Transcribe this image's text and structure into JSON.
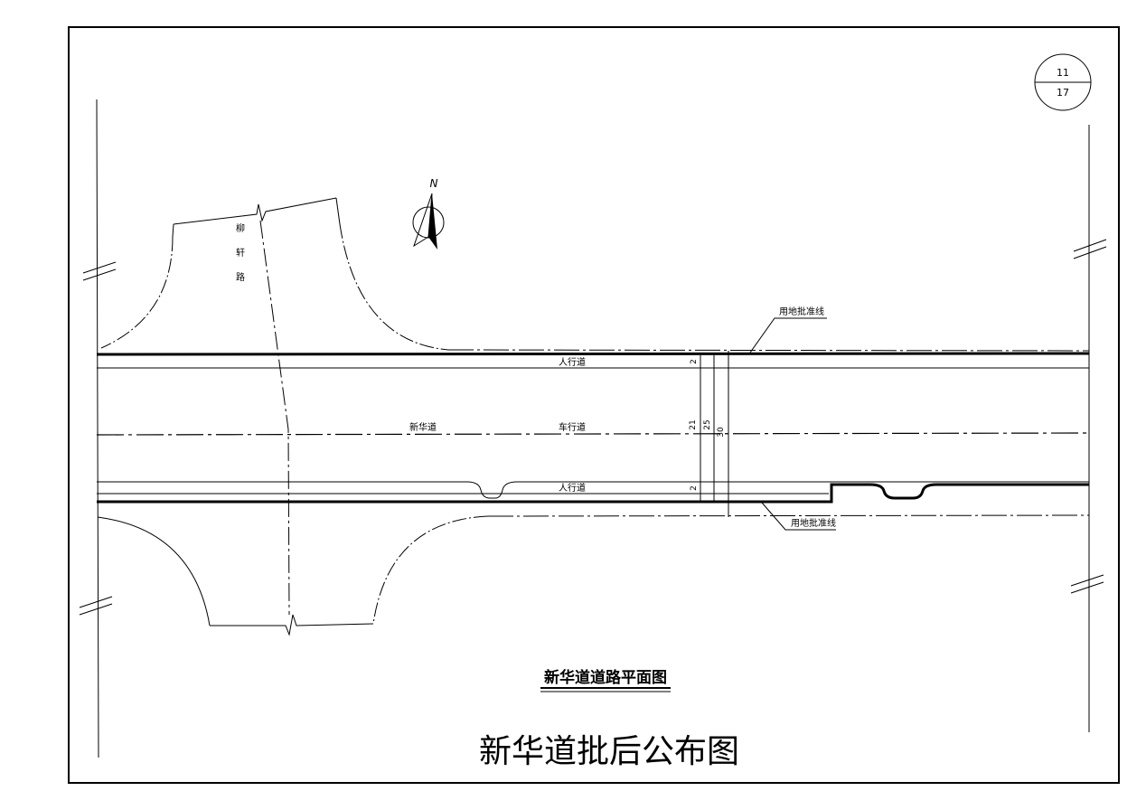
{
  "sheet": {
    "number": "11",
    "total": "17"
  },
  "north_label": "N",
  "cross_street": {
    "chars": [
      "柳",
      "轩",
      "路"
    ]
  },
  "labels": {
    "land_line_top": "用地批准线",
    "land_line_bottom": "用地批准线",
    "sidewalk_top": "人行道",
    "sidewalk_bottom": "人行道",
    "road_name": "新华道",
    "carriageway": "车行道"
  },
  "dimensions": {
    "sidewalk_top": "2",
    "sidewalk_bottom": "2",
    "carriageway": "21",
    "road_width": "25",
    "land_width": "30"
  },
  "plan_title": "新华道道路平面图",
  "footer_title": "新华道批后公布图"
}
